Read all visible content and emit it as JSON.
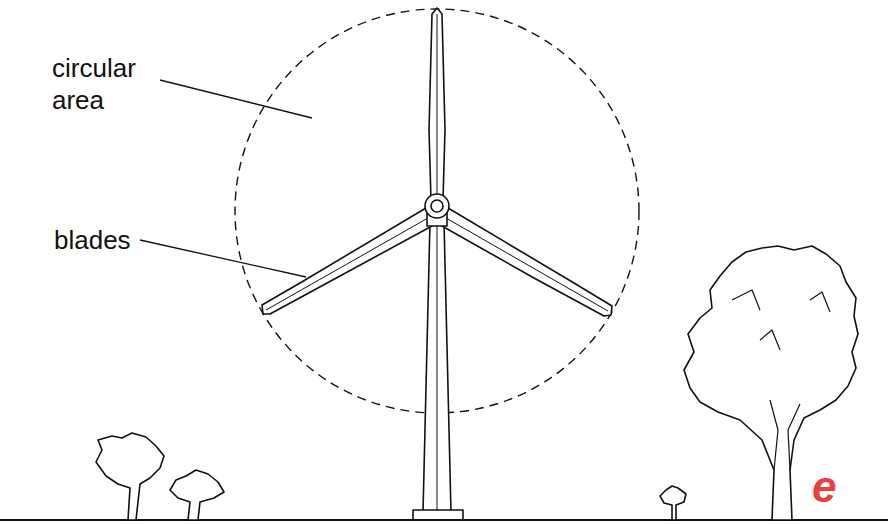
{
  "diagram": {
    "labels": [
      "circular area",
      "blades",
      "e"
    ]
  }
}
